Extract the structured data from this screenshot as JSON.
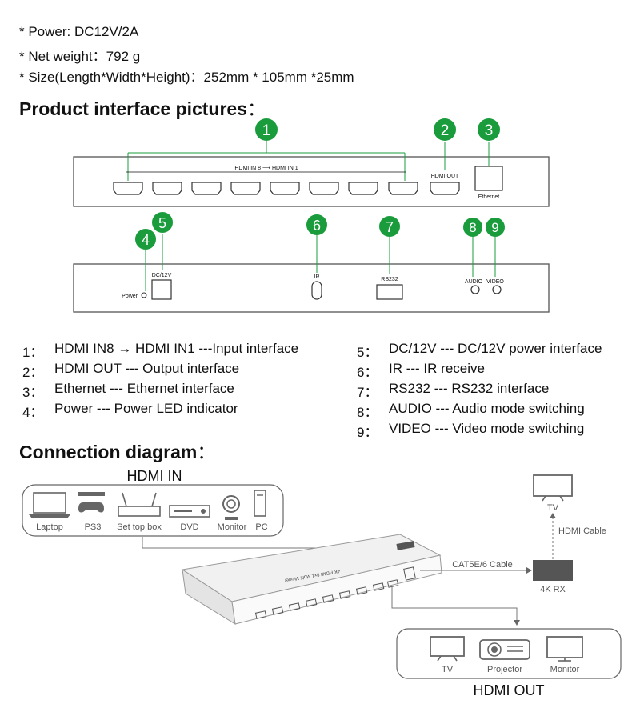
{
  "specs": [
    "* Power: DC12V/2A",
    "* Net weight：792 g",
    "* Size(Length*Width*Height)：252mm * 105mm *25mm"
  ],
  "interface_title": "Product interface pictures",
  "interface_title_colon": "：",
  "badges": [
    "1",
    "2",
    "3",
    "4",
    "5",
    "6",
    "7",
    "8",
    "9"
  ],
  "badge_color": "#1a9c3c",
  "front_panel": {
    "hdmi_range": "HDMI IN 8 ⟶ HDMI IN 1",
    "hdmi_out": "HDMI OUT",
    "ethernet": "Ethernet"
  },
  "back_panel": {
    "power": "Power",
    "dc": "DC/12V",
    "ir": "IR",
    "rs232": "RS232",
    "audio": "AUDIO",
    "video": "VIDEO"
  },
  "legend_left": [
    {
      "num": "1：",
      "text": "HDMI IN8 → HDMI IN1 ---Input interface"
    },
    {
      "num": "2：",
      "text": "HDMI OUT --- Output interface"
    },
    {
      "num": "3：",
      "text": "Ethernet --- Ethernet interface"
    },
    {
      "num": "4：",
      "text": "Power --- Power LED indicator"
    }
  ],
  "legend_right": [
    {
      "num": "5：",
      "text": "DC/12V --- DC/12V power interface"
    },
    {
      "num": "6：",
      "text": "IR --- IR receive"
    },
    {
      "num": "7：",
      "text": "RS232 --- RS232 interface"
    },
    {
      "num": "8：",
      "text": "AUDIO --- Audio mode switching"
    },
    {
      "num": "9：",
      "text": "VIDEO --- Video mode switching"
    }
  ],
  "connection_title": "Connection diagram",
  "connection_title_colon": "：",
  "hdmi_in_title": "HDMI IN",
  "inputs": [
    "Laptop",
    "PS3",
    "Set top box",
    "DVD",
    "Monitor",
    "PC"
  ],
  "device_label": "4K HDMI 8x1 Multi-Viewer",
  "cable_label": "CAT5E/6 Cable",
  "receiver": "4K RX",
  "hdmi_cable": "HDMI Cable",
  "tv": "TV",
  "outputs": [
    "TV",
    "Projector",
    "Monitor"
  ],
  "hdmi_out_title": "HDMI OUT"
}
